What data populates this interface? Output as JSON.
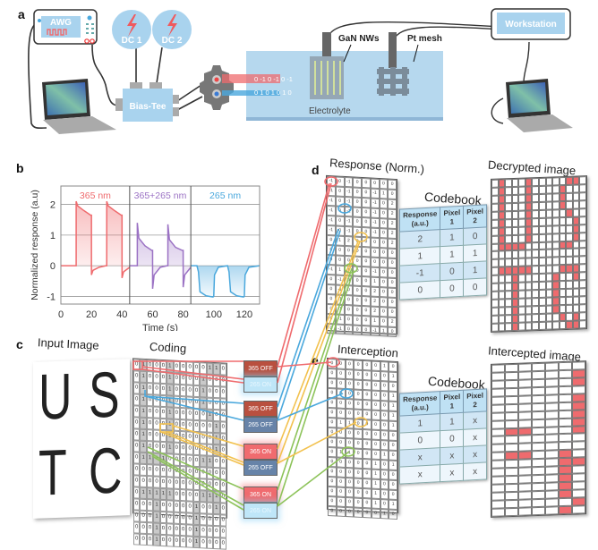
{
  "panels": {
    "a": {
      "label": "a",
      "awg_label": "AWG",
      "dc1_label": "DC 1",
      "dc2_label": "DC 2",
      "bias_tee_label": "Bias-Tee",
      "signal_365_bits": "0 -1 0 -1 0 -1",
      "signal_265_bits": "0 1 0 1 0 1 0",
      "gan_label": "GaN NWs",
      "pt_label": "Pt mesh",
      "electrolyte_label": "Electrolyte",
      "workstation_label": "Workstation"
    },
    "b": {
      "label": "b"
    },
    "c": {
      "label": "c",
      "input_title": "Input Image",
      "input_letters": [
        "U",
        "S",
        "T",
        "C"
      ],
      "coding_title": "Coding",
      "states": [
        "365 OFF",
        "265 ON",
        "365 OFF",
        "265 OFF",
        "365 ON",
        "265 OFF",
        "365 ON",
        "265 ON"
      ]
    },
    "d": {
      "label": "d",
      "response_title": "Response (Norm.)",
      "codebook_title": "Codebook",
      "decrypted_title": "Decrypted image",
      "codebook": {
        "headers": [
          "Response (a.u.)",
          "Pixel 1",
          "Pixel 2"
        ],
        "rows": [
          [
            "2",
            "1",
            "0"
          ],
          [
            "1",
            "1",
            "1"
          ],
          [
            "-1",
            "0",
            "1"
          ],
          [
            "0",
            "0",
            "0"
          ]
        ]
      }
    },
    "e": {
      "label": "e",
      "interception_title": "Interception",
      "codebook_title": "Codebook",
      "intercepted_title": "Intercepted image",
      "codebook": {
        "headers": [
          "Response (a.u.)",
          "Pixel 1",
          "Pixel 2"
        ],
        "rows": [
          [
            "1",
            "1",
            "x"
          ],
          [
            "0",
            "0",
            "x"
          ],
          [
            "x",
            "x",
            "x"
          ],
          [
            "x",
            "x",
            "x"
          ]
        ]
      }
    }
  },
  "colors": {
    "red": "#ef6b6e",
    "purple": "#9b72c4",
    "blue": "#4aa8dd",
    "yellow": "#f2c14e",
    "green": "#8dc35a",
    "panel_blue": "#a9d3ee"
  },
  "chart_data": {
    "type": "line",
    "title": "",
    "xlabel": "Time (s)",
    "ylabel": "Normalized response (a.u)",
    "xlim": [
      0,
      130
    ],
    "ylim": [
      -1.25,
      2.6
    ],
    "xticks": [
      0,
      20,
      40,
      60,
      80,
      100,
      120
    ],
    "yticks": [
      -1,
      0,
      1,
      2
    ],
    "grid": true,
    "segments": [
      {
        "name": "365 nm",
        "color": "#ef6b6e",
        "x_range": [
          0,
          45
        ]
      },
      {
        "name": "365+265 nm",
        "color": "#9b72c4",
        "x_range": [
          45,
          85
        ]
      },
      {
        "name": "265 nm",
        "color": "#4aa8dd",
        "x_range": [
          85,
          130
        ]
      }
    ],
    "series": [
      {
        "name": "365 nm",
        "x": [
          0,
          10,
          10,
          11,
          15,
          19.5,
          20,
          20,
          21,
          25,
          29.5,
          30,
          30,
          31,
          35,
          39.5,
          40,
          40,
          41,
          45
        ],
        "y": [
          0,
          0,
          2.1,
          1.95,
          1.8,
          1.65,
          1.65,
          -0.3,
          -0.15,
          -0.05,
          0,
          0,
          2.1,
          1.95,
          1.8,
          1.65,
          1.65,
          -0.4,
          -0.2,
          -0.05
        ]
      },
      {
        "name": "365+265 nm",
        "x": [
          45,
          50,
          50,
          51,
          55,
          59.5,
          60,
          60,
          61,
          65,
          69.5,
          70,
          70,
          71,
          75,
          79.5,
          80,
          80,
          81,
          85
        ],
        "y": [
          0,
          0,
          1.4,
          0.9,
          0.65,
          0.5,
          0.5,
          -0.75,
          -0.3,
          -0.05,
          0,
          0,
          1.35,
          0.85,
          0.6,
          0.5,
          0.5,
          -0.7,
          -0.3,
          -0.05
        ]
      },
      {
        "name": "265 nm",
        "x": [
          85,
          89,
          90,
          91,
          95,
          99.5,
          100,
          100.5,
          103,
          109,
          110,
          111,
          115,
          119.5,
          120,
          120.5,
          123,
          130
        ],
        "y": [
          0,
          0,
          -0.2,
          -0.85,
          -0.98,
          -1.02,
          -1.0,
          -0.3,
          -0.05,
          0,
          -0.2,
          -0.85,
          -0.98,
          -1.02,
          -1.0,
          -0.3,
          -0.05,
          0
        ]
      }
    ]
  },
  "decrypted_grid": {
    "cols": 14,
    "rows": 19,
    "on": [
      [
        0,
        1
      ],
      [
        1,
        1
      ],
      [
        2,
        1
      ],
      [
        3,
        1
      ],
      [
        4,
        1
      ],
      [
        5,
        1
      ],
      [
        6,
        1
      ],
      [
        7,
        1
      ],
      [
        8,
        1
      ],
      [
        8,
        2
      ],
      [
        8,
        3
      ],
      [
        8,
        4
      ],
      [
        0,
        5
      ],
      [
        1,
        5
      ],
      [
        2,
        5
      ],
      [
        3,
        5
      ],
      [
        4,
        5
      ],
      [
        5,
        5
      ],
      [
        6,
        5
      ],
      [
        7,
        5
      ],
      [
        0,
        11
      ],
      [
        0,
        12
      ],
      [
        1,
        10
      ],
      [
        2,
        10
      ],
      [
        3,
        10
      ],
      [
        4,
        11
      ],
      [
        5,
        12
      ],
      [
        6,
        12
      ],
      [
        7,
        12
      ],
      [
        8,
        11
      ],
      [
        8,
        10
      ],
      [
        11,
        1
      ],
      [
        11,
        2
      ],
      [
        11,
        3
      ],
      [
        11,
        4
      ],
      [
        11,
        5
      ],
      [
        12,
        3
      ],
      [
        13,
        3
      ],
      [
        14,
        3
      ],
      [
        15,
        3
      ],
      [
        16,
        3
      ],
      [
        17,
        3
      ],
      [
        18,
        3
      ],
      [
        11,
        10
      ],
      [
        11,
        11
      ],
      [
        11,
        12
      ],
      [
        12,
        9
      ],
      [
        13,
        9
      ],
      [
        14,
        9
      ],
      [
        15,
        9
      ],
      [
        16,
        9
      ],
      [
        17,
        10
      ],
      [
        18,
        11
      ],
      [
        18,
        12
      ],
      [
        12,
        12
      ],
      [
        17,
        12
      ]
    ]
  },
  "intercepted_grid": {
    "cols": 7,
    "rows": 19,
    "on": [
      [
        1,
        6
      ],
      [
        2,
        6
      ],
      [
        4,
        6
      ],
      [
        5,
        6
      ],
      [
        6,
        6
      ],
      [
        7,
        6
      ],
      [
        8,
        1
      ],
      [
        8,
        2
      ],
      [
        8,
        6
      ],
      [
        11,
        1
      ],
      [
        11,
        2
      ],
      [
        11,
        5
      ],
      [
        12,
        5
      ],
      [
        12,
        6
      ],
      [
        13,
        5
      ],
      [
        14,
        5
      ],
      [
        15,
        5
      ],
      [
        16,
        5
      ],
      [
        17,
        6
      ],
      [
        18,
        5
      ]
    ]
  },
  "response_values": [
    [
      "-1",
      "0",
      "-1",
      "0",
      "0",
      "0",
      "0",
      "0"
    ],
    [
      "-1",
      "0",
      "-1",
      "0",
      "0",
      "-1",
      "1",
      "0"
    ],
    [
      "-1",
      "0",
      "-1",
      "0",
      "0",
      "-1",
      "0",
      "2"
    ],
    [
      "-1",
      "0",
      "-1",
      "0",
      "0",
      "-1",
      "0",
      "2"
    ],
    [
      "-1",
      "0",
      "-1",
      "0",
      "0",
      "-1",
      "0",
      "2"
    ],
    [
      "-1",
      "0",
      "-1",
      "0",
      "0",
      "-1",
      "0",
      "2"
    ],
    [
      "0",
      "1",
      "2",
      "0",
      "0",
      "0",
      "0",
      "2"
    ],
    [
      "0",
      "0",
      "0",
      "0",
      "0",
      "0",
      "0",
      "0"
    ],
    [
      "0",
      "0",
      "0",
      "0",
      "0",
      "0",
      "0",
      "0"
    ],
    [
      "-1",
      "1",
      "1",
      "0",
      "0",
      "-1",
      "0",
      "0"
    ],
    [
      "0",
      "-1",
      "0",
      "0",
      "0",
      "1",
      "0",
      "0"
    ],
    [
      "0",
      "-1",
      "0",
      "0",
      "0",
      "2",
      "0",
      "0"
    ],
    [
      "0",
      "-1",
      "0",
      "0",
      "0",
      "2",
      "0",
      "0"
    ],
    [
      "0",
      "-1",
      "0",
      "0",
      "0",
      "2",
      "0",
      "0"
    ],
    [
      "0",
      "-1",
      "0",
      "0",
      "0",
      "1",
      "0",
      "2"
    ],
    [
      "0",
      "-1",
      "0",
      "0",
      "0",
      "-1",
      "1",
      "0"
    ]
  ],
  "interception_values": [
    [
      "0",
      "0",
      "0",
      "0",
      "0",
      "0",
      "1",
      "0"
    ],
    [
      "0",
      "0",
      "0",
      "0",
      "0",
      "0",
      "0",
      "1"
    ],
    [
      "0",
      "0",
      "0",
      "0",
      "0",
      "0",
      "0",
      "0"
    ],
    [
      "0",
      "0",
      "0",
      "0",
      "0",
      "0",
      "0",
      "1"
    ],
    [
      "0",
      "0",
      "0",
      "0",
      "0",
      "0",
      "0",
      "1"
    ],
    [
      "0",
      "0",
      "0",
      "0",
      "0",
      "0",
      "0",
      "1"
    ],
    [
      "0",
      "1",
      "1",
      "0",
      "0",
      "0",
      "0",
      "1"
    ],
    [
      "0",
      "0",
      "0",
      "0",
      "0",
      "0",
      "0",
      "0"
    ],
    [
      "0",
      "0",
      "0",
      "0",
      "0",
      "0",
      "0",
      "0"
    ],
    [
      "0",
      "1",
      "1",
      "0",
      "0",
      "0",
      "1",
      "0"
    ],
    [
      "0",
      "0",
      "0",
      "0",
      "0",
      "1",
      "0",
      "1"
    ],
    [
      "0",
      "0",
      "0",
      "0",
      "0",
      "1",
      "0",
      "0"
    ],
    [
      "0",
      "0",
      "0",
      "0",
      "0",
      "1",
      "0",
      "0"
    ],
    [
      "0",
      "0",
      "0",
      "0",
      "0",
      "1",
      "0",
      "0"
    ],
    [
      "0",
      "0",
      "0",
      "0",
      "0",
      "1",
      "0",
      "1"
    ],
    [
      "0",
      "0",
      "0",
      "0",
      "0",
      "0",
      "1",
      "0"
    ]
  ]
}
